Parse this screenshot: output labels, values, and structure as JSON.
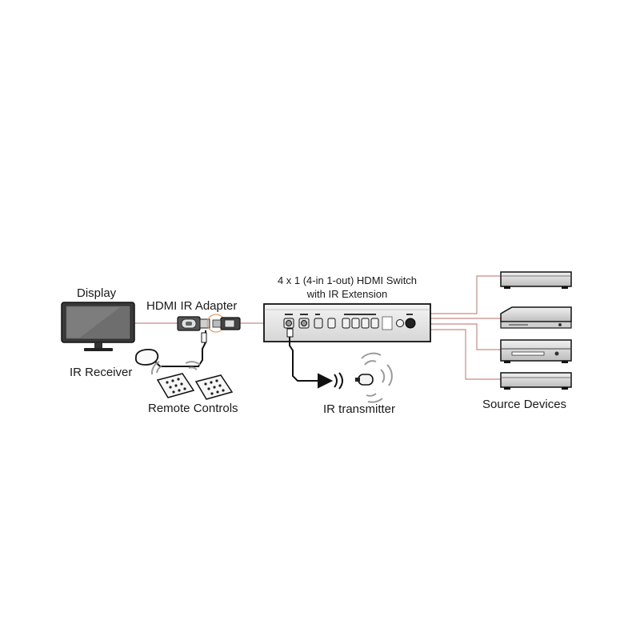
{
  "labels": {
    "display": "Display",
    "adapter": "HDMI IR Adapter",
    "receiver": "IR Receiver",
    "remotes": "Remote Controls",
    "switch_line1": "4 x 1 (4-in 1-out) HDMI Switch",
    "switch_line2": "with IR Extension",
    "transmitter": "IR transmitter",
    "sources": "Source Devices"
  },
  "colors": {
    "cable": "#c98b84",
    "outline": "#222222",
    "device_face": "#d8d8d8",
    "panel": "#ececec",
    "ring": "#e0a070"
  }
}
